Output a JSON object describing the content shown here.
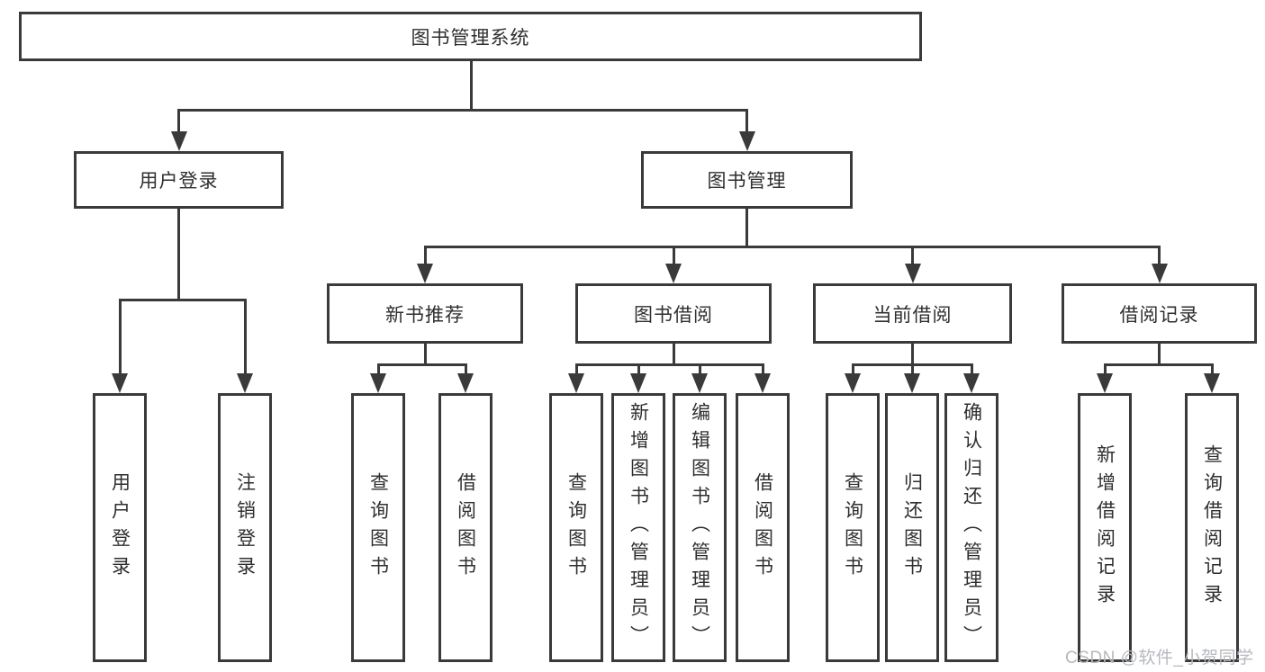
{
  "root": {
    "label": "图书管理系统"
  },
  "branches": {
    "user": {
      "label": "用户登录",
      "leaves": [
        "用户登录",
        "注销登录"
      ]
    },
    "books": {
      "label": "图书管理"
    }
  },
  "groups": [
    {
      "label": "新书推荐",
      "leaves": [
        "查询图书",
        "借阅图书"
      ]
    },
    {
      "label": "图书借阅",
      "leaves": [
        "查询图书",
        "新增图书（管理员）",
        "编辑图书（管理员）",
        "借阅图书"
      ]
    },
    {
      "label": "当前借阅",
      "leaves": [
        "查询图书",
        "归还图书",
        "确认归还（管理员）"
      ]
    },
    {
      "label": "借阅记录",
      "leaves": [
        "新增借阅记录",
        "查询借阅记录"
      ]
    }
  ],
  "watermark": {
    "text": "CSDN @软件_小贺同学"
  },
  "colors": {
    "line": "#3a3a3a",
    "text": "#2f2f2f",
    "watermark": "#b5b9be",
    "background": "#ffffff"
  }
}
